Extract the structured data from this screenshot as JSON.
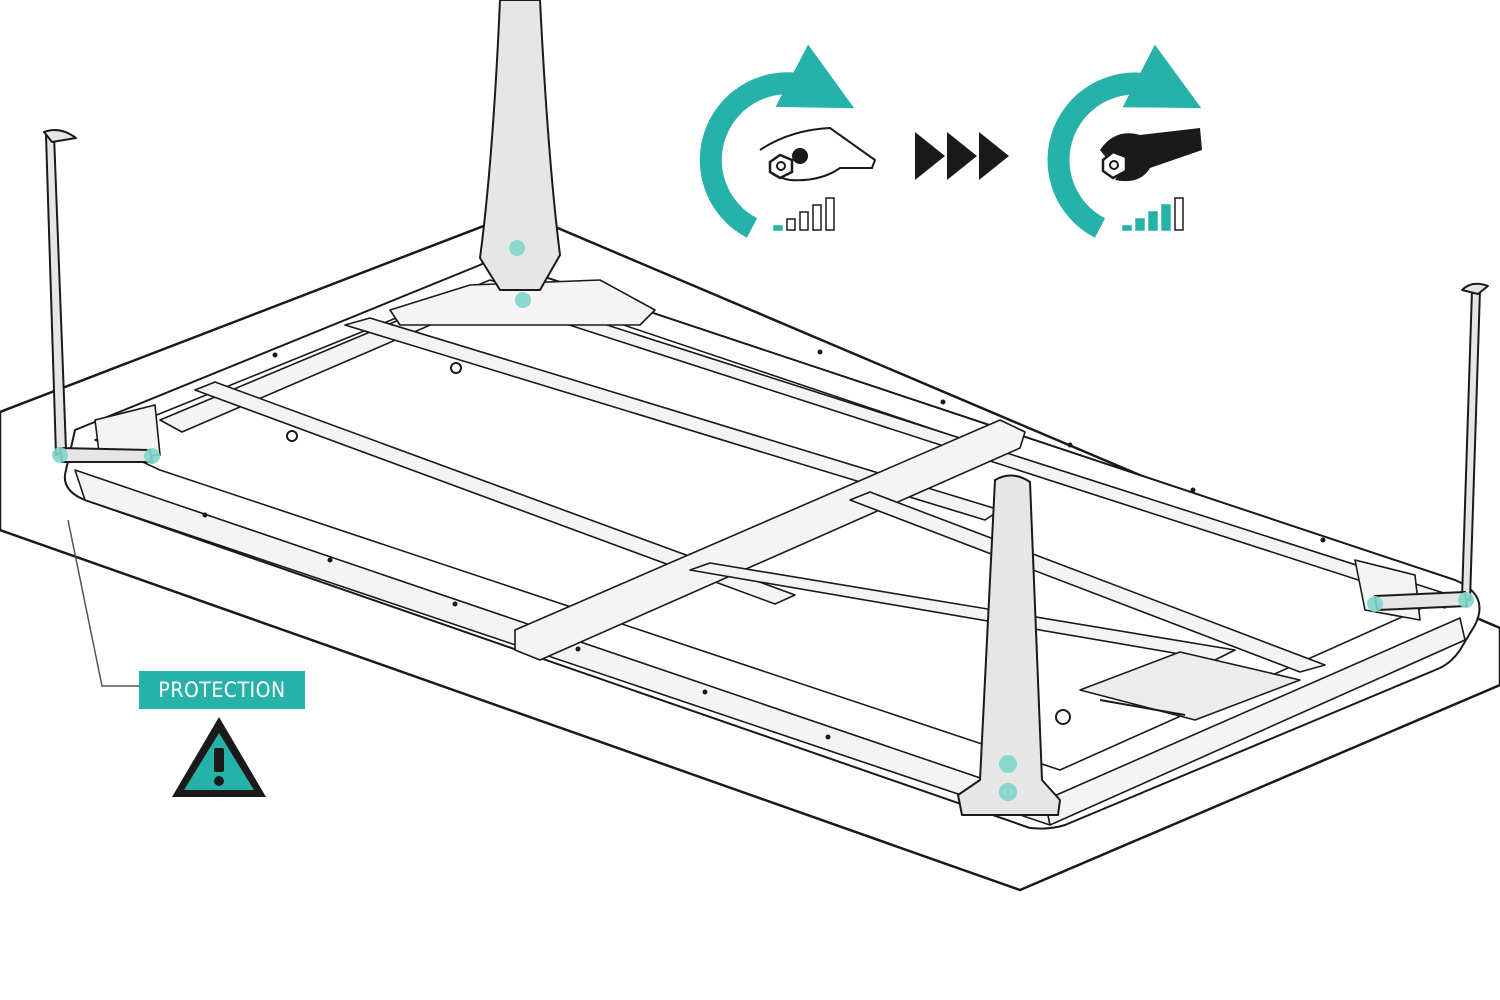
{
  "colors": {
    "accent": "#26b2a8",
    "accent_light": "#7fd6cc",
    "line": "#1a1a1a",
    "fill": "#e6e6e6",
    "background": "#ffffff"
  },
  "labels": {
    "protection": "PROTECTION"
  },
  "icons": {
    "hand_tighten": "hand-tighten-icon",
    "wrench_tighten": "wrench-tighten-icon",
    "step_arrows": "triple-arrow-icon",
    "warning": "warning-triangle-icon"
  },
  "torque": {
    "hand_level": 1,
    "wrench_level": 4,
    "max_level": 5
  }
}
